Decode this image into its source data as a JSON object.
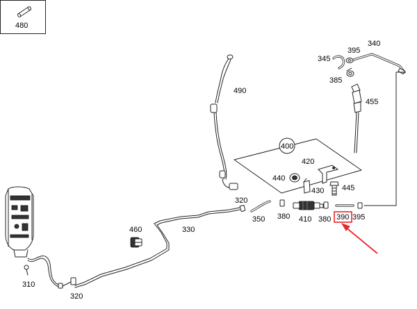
{
  "parts": {
    "p480": "480",
    "p490": "490",
    "p345": "345",
    "p395a": "395",
    "p340": "340",
    "p385": "385",
    "p455": "455",
    "p400": "400",
    "p420": "420",
    "p440": "440",
    "p430": "430",
    "p445": "445",
    "p320a": "320",
    "p350": "350",
    "p380a": "380",
    "p410": "410",
    "p380b": "380",
    "p390": "390",
    "p395b": "395",
    "p460": "460",
    "p330": "330",
    "p310": "310",
    "p320b": "320"
  },
  "colors": {
    "highlight": "#e8262b",
    "line": "#222222",
    "background": "#ffffff"
  }
}
